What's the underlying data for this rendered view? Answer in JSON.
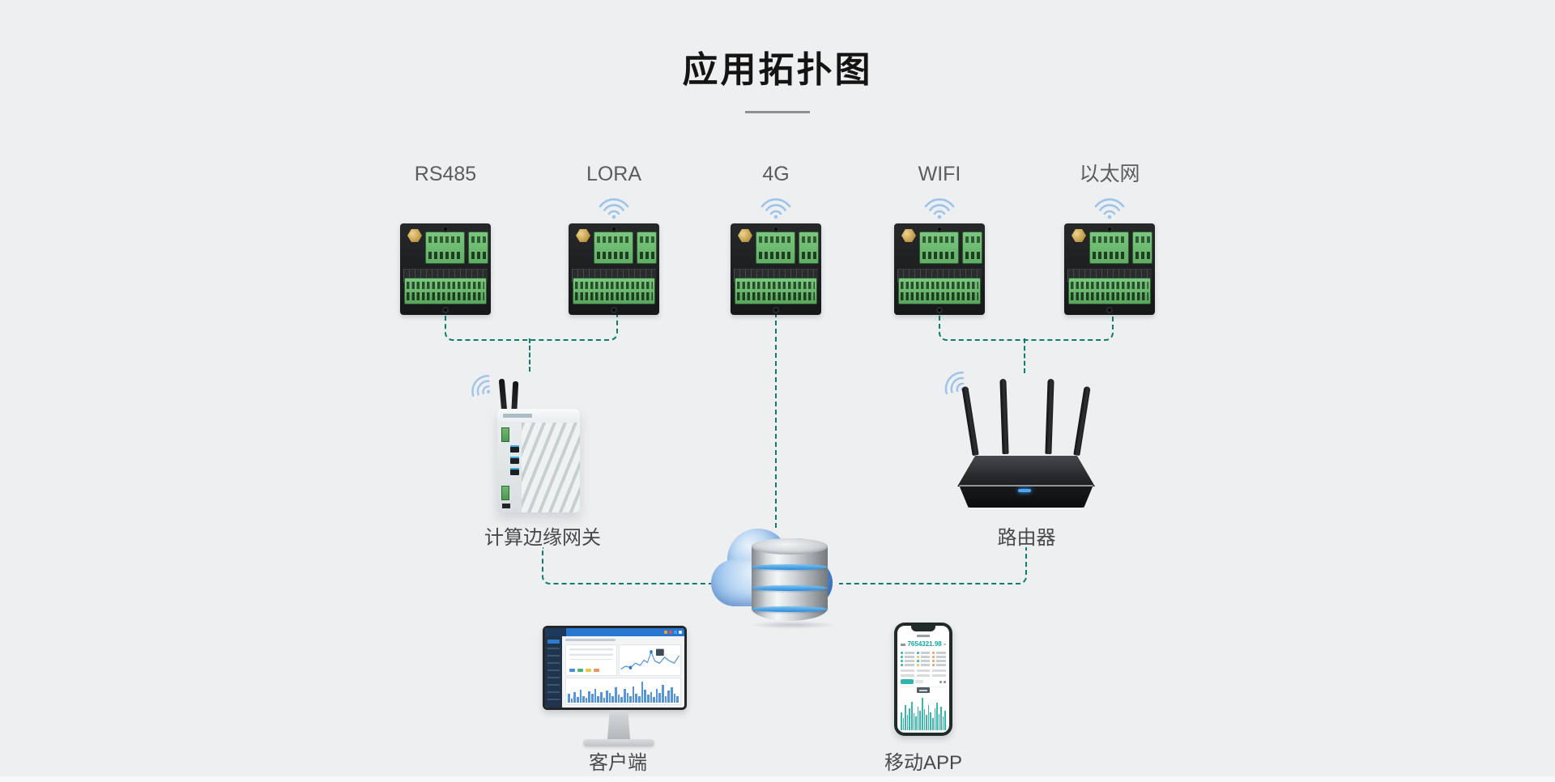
{
  "page": {
    "title": "应用拓扑图"
  },
  "field_devices": {
    "items": [
      {
        "label": "RS485",
        "wireless": false
      },
      {
        "label": "LORA",
        "wireless": true
      },
      {
        "label": "4G",
        "wireless": true
      },
      {
        "label": "WIFI",
        "wireless": true
      },
      {
        "label": "以太网",
        "wireless": true
      }
    ]
  },
  "gateway": {
    "label": "计算边缘网关"
  },
  "router": {
    "label": "路由器"
  },
  "client": {
    "label": "客户端",
    "line_points": [
      [
        2,
        32
      ],
      [
        10,
        28
      ],
      [
        18,
        30
      ],
      [
        26,
        24
      ],
      [
        34,
        27
      ],
      [
        40,
        20
      ],
      [
        46,
        23
      ],
      [
        52,
        9
      ],
      [
        58,
        21
      ],
      [
        66,
        24
      ],
      [
        74,
        16
      ],
      [
        82,
        21
      ],
      [
        90,
        24
      ],
      [
        98,
        14
      ]
    ],
    "bar_values": [
      38,
      18,
      45,
      25,
      58,
      30,
      20,
      50,
      40,
      62,
      28,
      46,
      22,
      55,
      42,
      30,
      68,
      36,
      25,
      60,
      44,
      30,
      72,
      40,
      28,
      92,
      58,
      35,
      48,
      25,
      62,
      42,
      80,
      30,
      52,
      68,
      40,
      28
    ]
  },
  "mobile": {
    "label": "移动APP",
    "metric_value": "7654321.98",
    "bar_values": [
      45,
      30,
      62,
      38,
      55,
      70,
      42,
      35,
      58,
      48,
      80,
      52,
      38,
      62,
      45,
      30,
      55,
      68,
      40,
      58,
      35,
      48
    ]
  },
  "colors": {
    "background": "#edeff1",
    "connector_dash": "#0e7e6b",
    "wifi_icon": "#9fc4ea",
    "terminal_green": "#6fbf73",
    "client_accent_blue": "#4a90d9",
    "mobile_accent_teal": "#2fb5ab"
  }
}
